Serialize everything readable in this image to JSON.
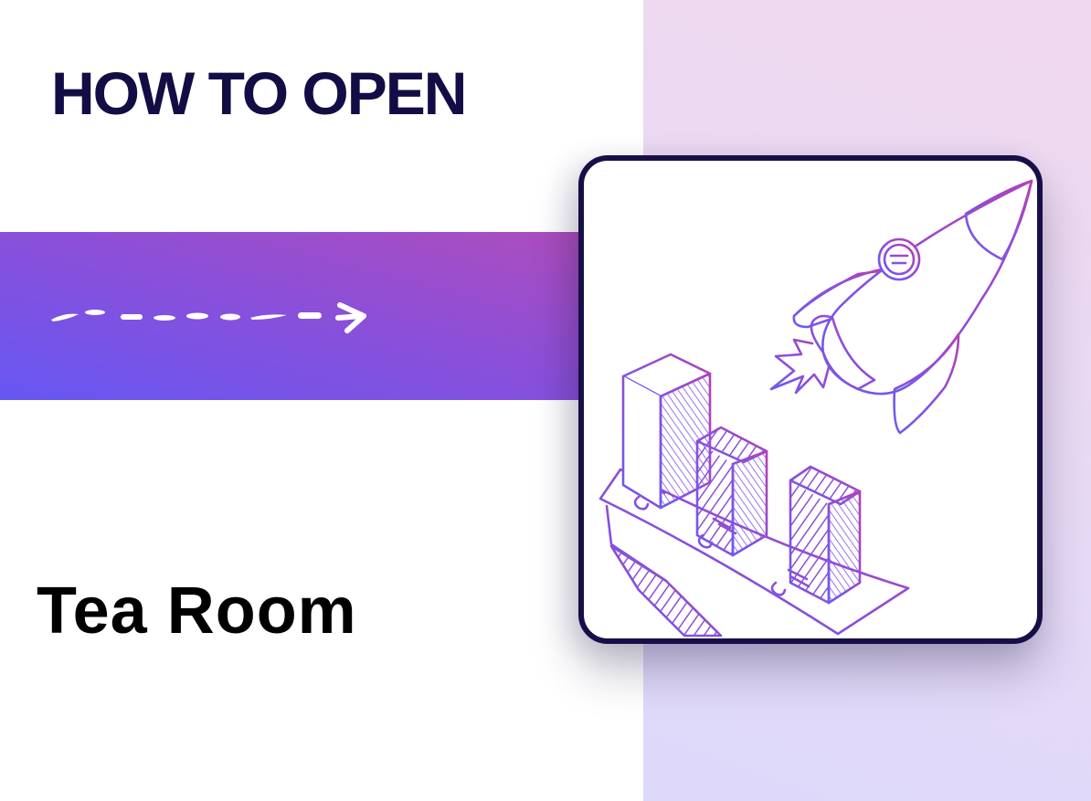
{
  "header": {
    "headline": "HOW TO OPEN"
  },
  "subtitle": "Tea Room",
  "decorations": {
    "arrow_icon": "dashed-arrow-right-icon",
    "illustration": "rocket-launch-over-bar-chart-illustration"
  },
  "colors": {
    "headline": "#130d45",
    "subtitle": "#000000",
    "band_start": "#6657f3",
    "band_end": "#ad4dbd",
    "card_border": "#180f48",
    "right_panel": "#e9daf4",
    "illustration_stroke_a": "#6a5cf5",
    "illustration_stroke_b": "#b53fb8"
  }
}
